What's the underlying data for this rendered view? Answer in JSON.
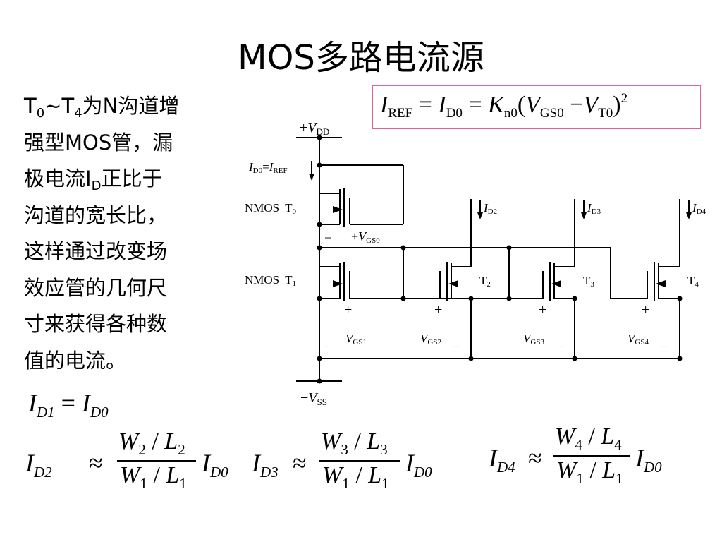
{
  "title": "MOS多路电流源",
  "description": {
    "lines": [
      {
        "parts": [
          "T",
          "0",
          "~T",
          "4",
          "为N沟道增"
        ]
      },
      {
        "text": "强型MOS管，漏"
      },
      {
        "parts": [
          "极电流I",
          "D",
          "正比于"
        ]
      },
      {
        "text": "沟道的宽长比，"
      },
      {
        "text": "这样通过改变场"
      },
      {
        "text": "效应管的几何尺"
      },
      {
        "text": "寸来获得各种数"
      },
      {
        "text": "值的电流。"
      }
    ]
  },
  "formula_box": {
    "i": "I",
    "ref": "REF",
    "eq": "=",
    "d0": "D0",
    "k": "K",
    "n0": "n0",
    "open": "(",
    "v": "V",
    "gs0": "GS0",
    "minus": "−",
    "t0": "T0",
    "close": ")",
    "pow": "2"
  },
  "equations": {
    "id1": {
      "lhs_sym": "I",
      "lhs_sub": "D1",
      "op": "=",
      "rhs_sym": "I",
      "rhs_sub": "D0"
    },
    "id2": {
      "lhs_sub": "D2",
      "num_w": "W",
      "num_wsub": "2",
      "num_l": "L",
      "num_lsub": "2",
      "den_w": "W",
      "den_wsub": "1",
      "den_l": "L",
      "den_lsub": "1",
      "rhs_sub": "D0"
    },
    "id3": {
      "lhs_sub": "D3",
      "num_w": "W",
      "num_wsub": "3",
      "num_l": "L",
      "num_lsub": "3",
      "den_w": "W",
      "den_wsub": "1",
      "den_l": "L",
      "den_lsub": "1",
      "rhs_sub": "D0"
    },
    "id4": {
      "lhs_sub": "D4",
      "num_w": "W",
      "num_wsub": "4",
      "num_l": "L",
      "num_lsub": "4",
      "den_w": "W",
      "den_wsub": "1",
      "den_l": "L",
      "den_lsub": "1",
      "rhs_sub": "D0"
    },
    "sym_i": "I",
    "approx": "≈",
    "slash": "/"
  },
  "circuit": {
    "vdd_plus": "+",
    "vdd_v": "V",
    "vdd_sub": "DD",
    "iref_label": {
      "i1": "I",
      "s1": "D0",
      "eq": "=",
      "i2": "I",
      "s2": "REF"
    },
    "nmos": "NMOS",
    "t0": {
      "t": "T",
      "s": "0"
    },
    "t1": {
      "t": "T",
      "s": "1"
    },
    "t2": {
      "t": "T",
      "s": "2"
    },
    "t3": {
      "t": "T",
      "s": "3"
    },
    "t4": {
      "t": "T",
      "s": "4"
    },
    "vgs0": {
      "plus": "+",
      "v": "V",
      "s": "GS0",
      "minus": "−"
    },
    "id_labels": [
      {
        "i": "I",
        "s": "D2"
      },
      {
        "i": "I",
        "s": "D3"
      },
      {
        "i": "I",
        "s": "D4"
      }
    ],
    "vgs_labels": [
      {
        "v": "V",
        "s": "GS1"
      },
      {
        "v": "V",
        "s": "GS2"
      },
      {
        "v": "V",
        "s": "GS3"
      },
      {
        "v": "V",
        "s": "GS4"
      }
    ],
    "plus": "+",
    "minus": "−",
    "vss": {
      "minus": "−",
      "v": "V",
      "s": "SS"
    }
  },
  "colors": {
    "formula_border": "#e0609a",
    "ink": "#000000",
    "background": "#ffffff"
  }
}
